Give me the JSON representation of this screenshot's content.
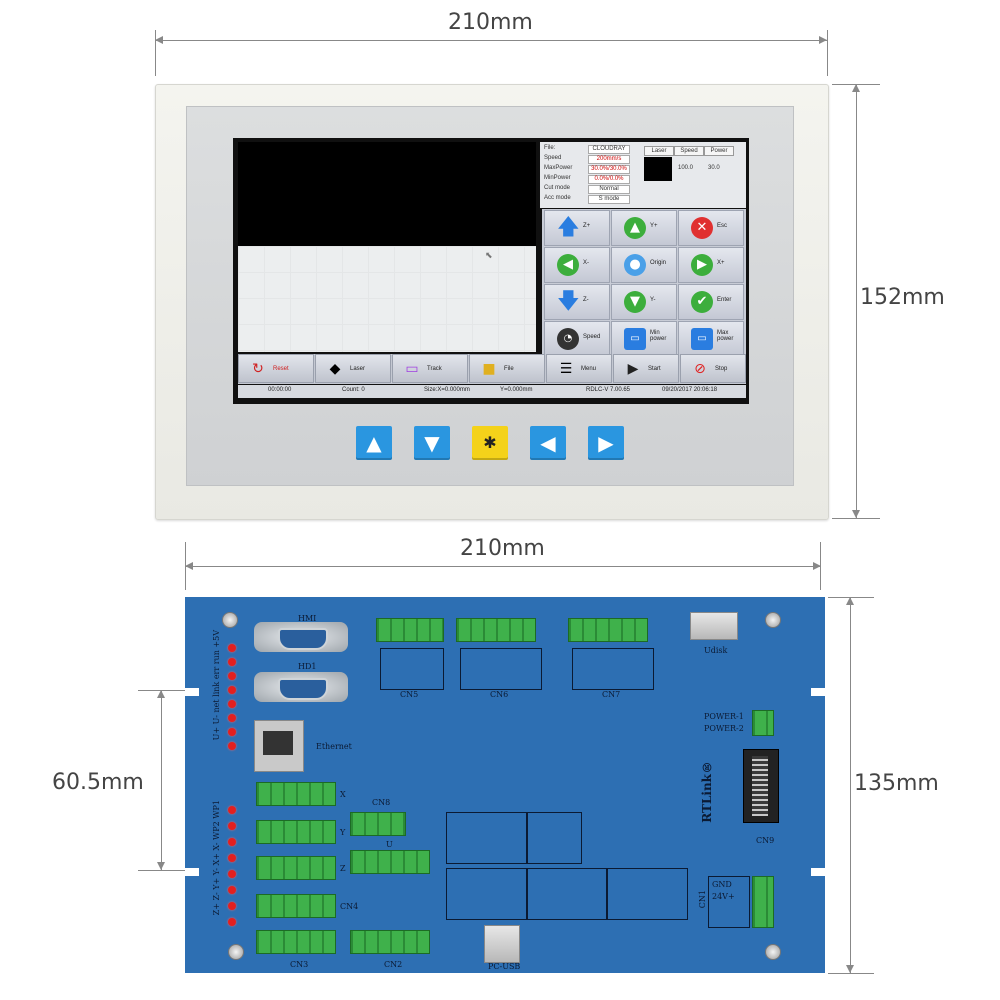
{
  "dimensions": {
    "top_width": "210mm",
    "top_height": "152mm",
    "board_width": "210mm",
    "board_height": "135mm",
    "mount_spacing": "60.5mm"
  },
  "screen": {
    "info": {
      "rows": [
        {
          "label": "File:",
          "value": "CLOUDRAY"
        },
        {
          "label": "Speed",
          "value": "200mm/s"
        },
        {
          "label": "MaxPower",
          "value": "30.0%/30.0%"
        },
        {
          "label": "MinPower",
          "value": "0.0%/0.0%"
        },
        {
          "label": "Cut mode",
          "value": "Normal"
        },
        {
          "label": "Acc mode",
          "value": "S mode"
        }
      ],
      "headers": [
        "Laser",
        "Speed",
        "Power"
      ],
      "speed_val": "100.0",
      "power_val": "30.0"
    },
    "grid_buttons": [
      {
        "label": "Z+",
        "icon": "arrow-up-icon"
      },
      {
        "label": "Y+",
        "icon": "arrow-up-circle-icon"
      },
      {
        "label": "Esc",
        "icon": "close-icon"
      },
      {
        "label": "X-",
        "icon": "arrow-left-icon"
      },
      {
        "label": "Origin",
        "icon": "location-pin-icon"
      },
      {
        "label": "X+",
        "icon": "arrow-right-icon"
      },
      {
        "label": "Z-",
        "icon": "arrow-down-icon"
      },
      {
        "label": "Y-",
        "icon": "arrow-down-circle-icon"
      },
      {
        "label": "Enter",
        "icon": "check-icon"
      },
      {
        "label": "Speed",
        "icon": "gauge-icon"
      },
      {
        "label": "Min power",
        "icon": "printer-icon"
      },
      {
        "label": "Max power",
        "icon": "printer-icon"
      }
    ],
    "toolbar": [
      "Reset",
      "Laser",
      "Track",
      "File",
      "Menu",
      "Start",
      "Stop"
    ],
    "status": {
      "time": "00:00:00",
      "count": "Count:  0",
      "size": "Size:X=0.000mm",
      "ypos": "Y=0.000mm",
      "version": "RDLC-V 7.00.65",
      "datetime": "09/20/2017  20:06:18"
    }
  },
  "keys": [
    "▲",
    "▼",
    "✱",
    "◀",
    "▶"
  ],
  "board": {
    "labels": {
      "hmi": "HMI",
      "hd1": "HD1",
      "ethernet": "Ethernet",
      "udisk": "Udisk",
      "pcusb": "PC-USB",
      "rtlink": "RTLink®",
      "cn5": "CN5",
      "cn6": "CN6",
      "cn7": "CN7",
      "cn8": "CN8",
      "cn9": "CN9",
      "cn4": "CN4",
      "cn3": "CN3",
      "cn2": "CN2",
      "cn1": "CN1",
      "x": "X",
      "y": "Y",
      "z": "Z",
      "u": "U",
      "power1": "POWER-1",
      "power2": "POWER-2",
      "led_top": "U+ U- net link err run +5V",
      "led_bottom": "Z+ Z- Y+ Y- X+ X- WP2 WP1",
      "gnd": "GND",
      "v24": "24V+"
    }
  },
  "colors": {
    "board_blue": "#2d6fb3",
    "key_blue": "#2a96e0",
    "key_yellow": "#f4d21a",
    "terminal_green": "#33a33f"
  }
}
